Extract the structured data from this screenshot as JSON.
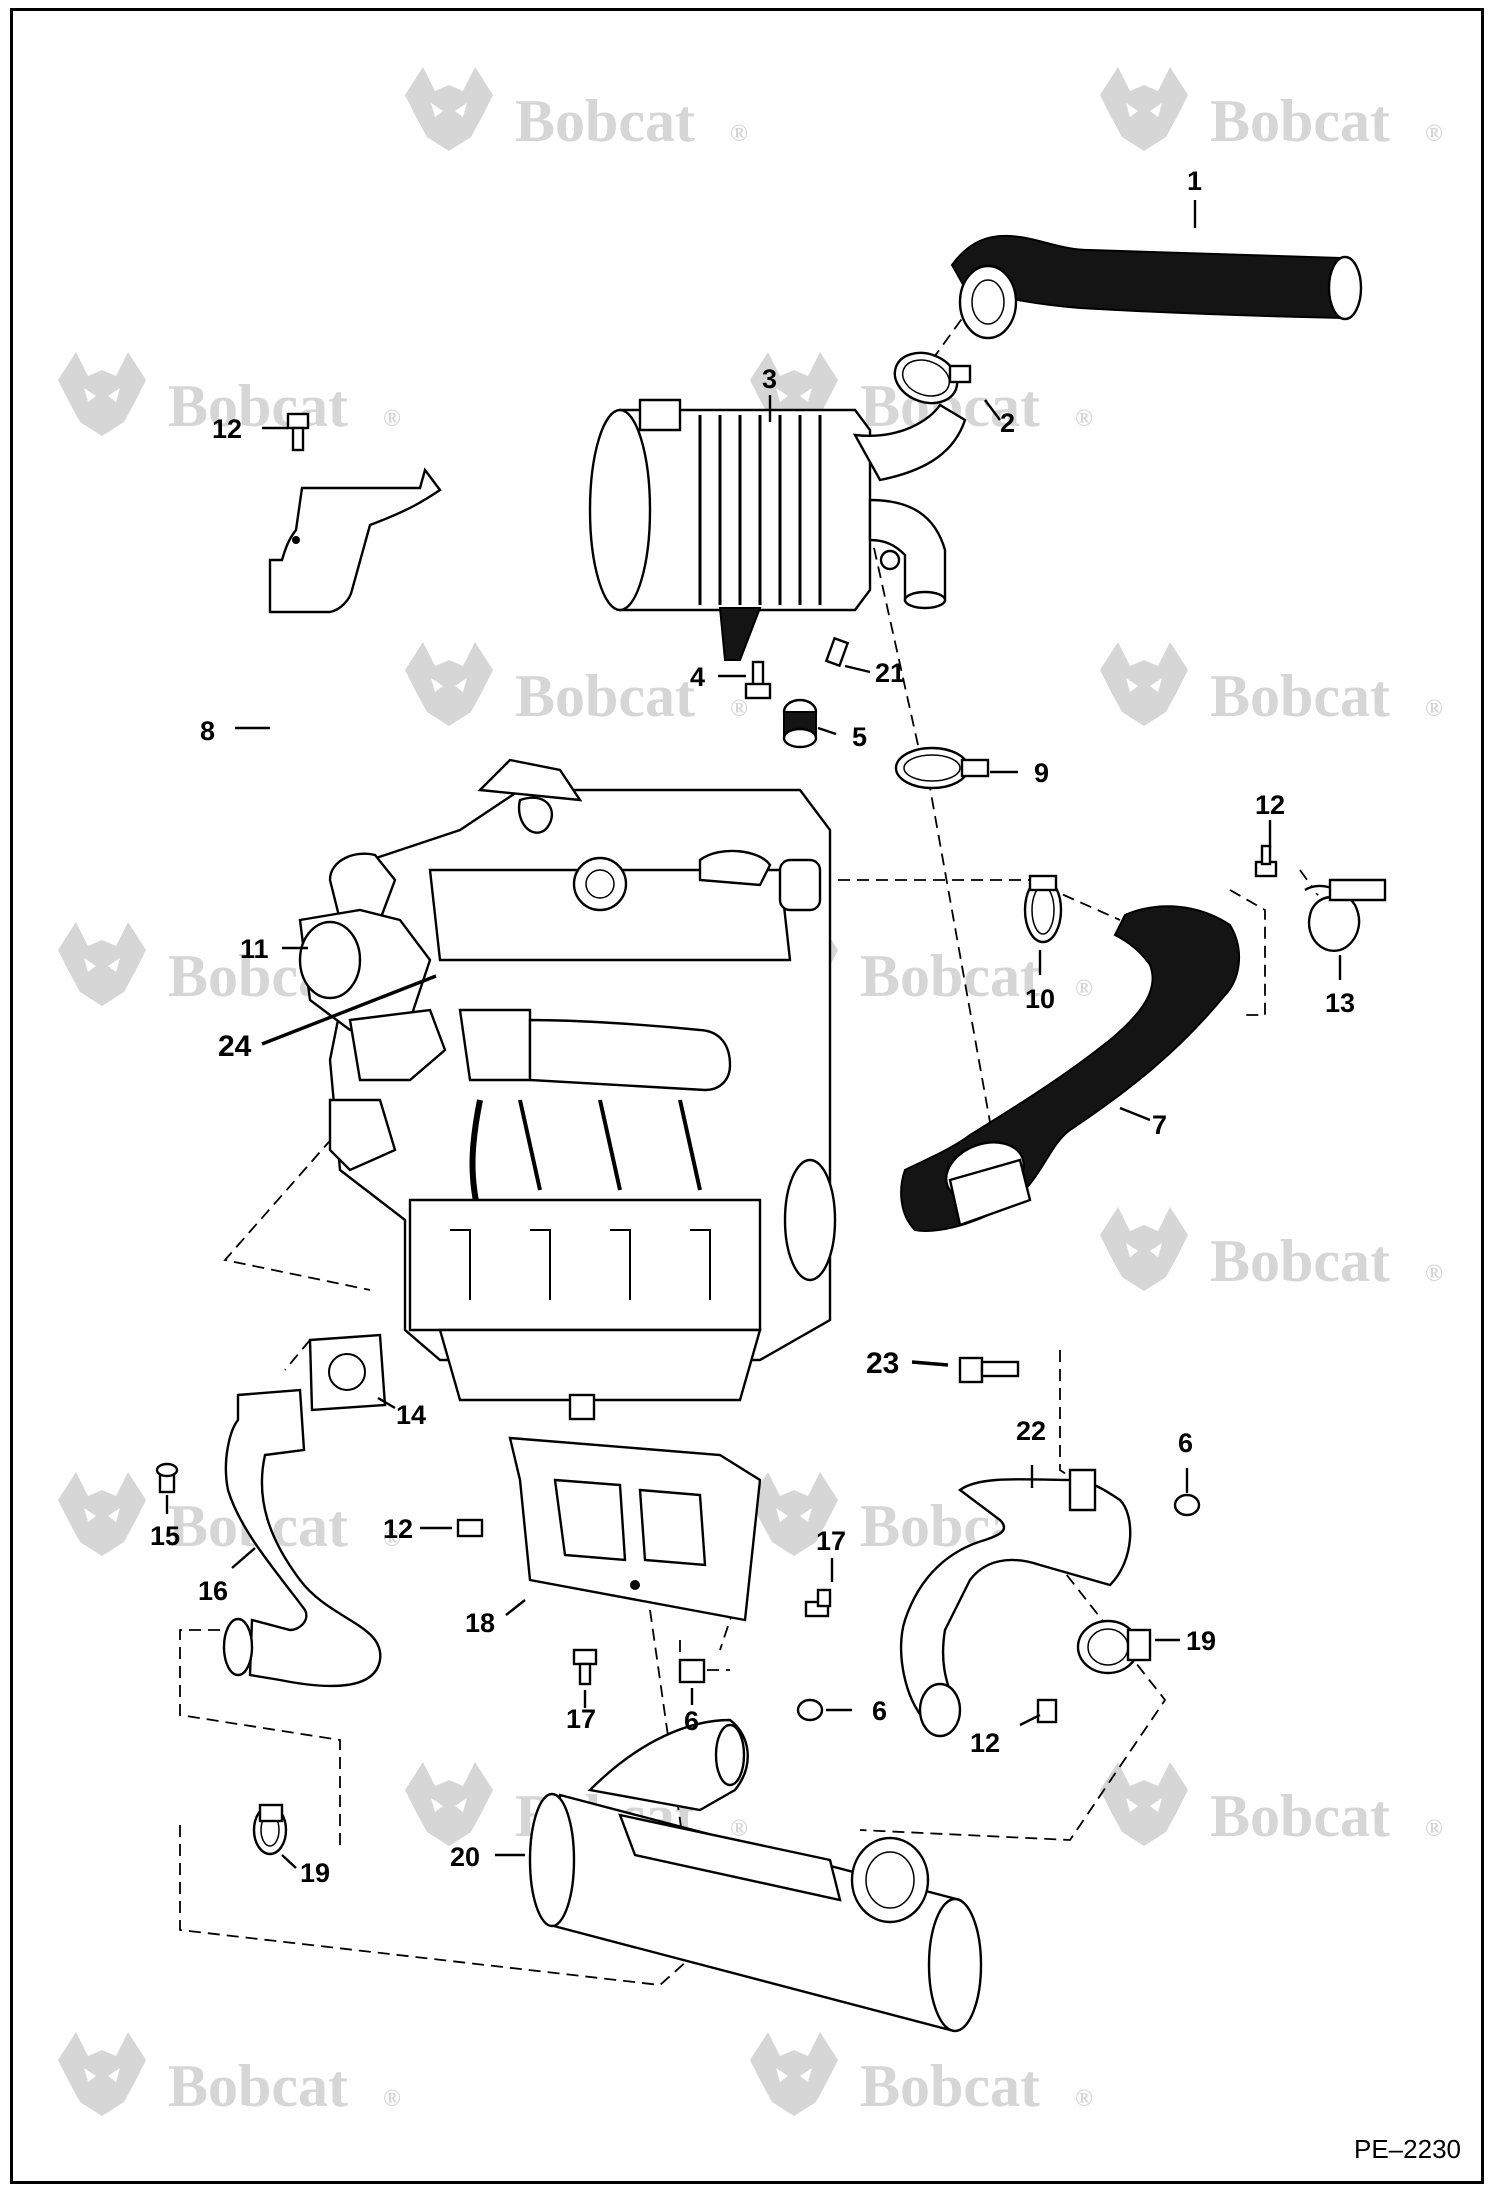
{
  "watermark": {
    "brand": "Bobcat",
    "mark": "®"
  },
  "reference": "PE–2230",
  "callouts": [
    {
      "id": "c1",
      "text": "1"
    },
    {
      "id": "c2",
      "text": "2"
    },
    {
      "id": "c3",
      "text": "3"
    },
    {
      "id": "c4",
      "text": "4"
    },
    {
      "id": "c5",
      "text": "5"
    },
    {
      "id": "c6a",
      "text": "6"
    },
    {
      "id": "c6b",
      "text": "6"
    },
    {
      "id": "c6c",
      "text": "6"
    },
    {
      "id": "c7",
      "text": "7"
    },
    {
      "id": "c8",
      "text": "8"
    },
    {
      "id": "c9",
      "text": "9"
    },
    {
      "id": "c10",
      "text": "10"
    },
    {
      "id": "c11",
      "text": "11"
    },
    {
      "id": "c12a",
      "text": "12"
    },
    {
      "id": "c12b",
      "text": "12"
    },
    {
      "id": "c12c",
      "text": "12"
    },
    {
      "id": "c12d",
      "text": "12"
    },
    {
      "id": "c13",
      "text": "13"
    },
    {
      "id": "c14",
      "text": "14"
    },
    {
      "id": "c15",
      "text": "15"
    },
    {
      "id": "c16",
      "text": "16"
    },
    {
      "id": "c17a",
      "text": "17"
    },
    {
      "id": "c17b",
      "text": "17"
    },
    {
      "id": "c18",
      "text": "18"
    },
    {
      "id": "c19a",
      "text": "19"
    },
    {
      "id": "c19b",
      "text": "19"
    },
    {
      "id": "c20",
      "text": "20"
    },
    {
      "id": "c21",
      "text": "21"
    },
    {
      "id": "c22",
      "text": "22"
    },
    {
      "id": "c23",
      "text": "23"
    },
    {
      "id": "c24",
      "text": "24"
    }
  ]
}
